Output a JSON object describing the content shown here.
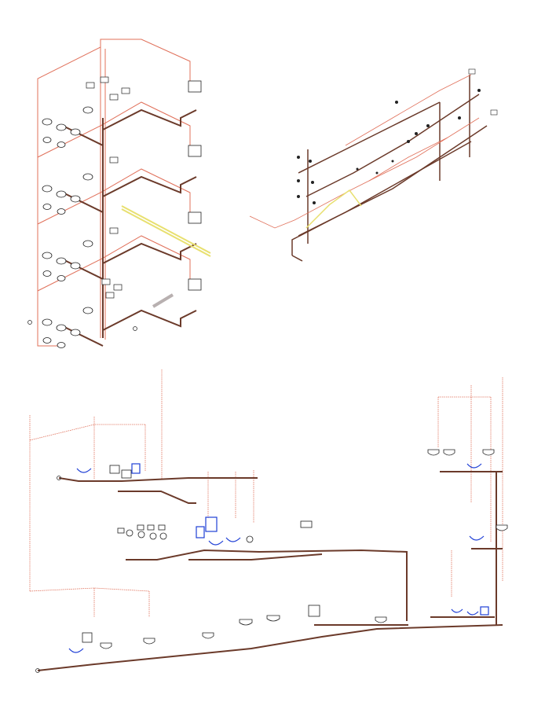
{
  "colors": {
    "background": "#ffffff",
    "drain_pipe": "#6b3a2a",
    "vent_pipe": "#e0705a",
    "fixture_outline": "#222222",
    "highlight_fixture": "#1f3fd6",
    "highlight_pipe": "#e8e070"
  },
  "views": [
    {
      "name": "isometric-riser-stack",
      "levels": 4,
      "fixtures_per_level": "water-closets-and-sinks"
    },
    {
      "name": "isometric-network-overview"
    },
    {
      "name": "isometric-floor-distribution"
    }
  ],
  "icons": [
    "water-closet-icon",
    "lavatory-sink-icon",
    "floor-drain-icon",
    "cleanout-icon",
    "tank-icon"
  ]
}
